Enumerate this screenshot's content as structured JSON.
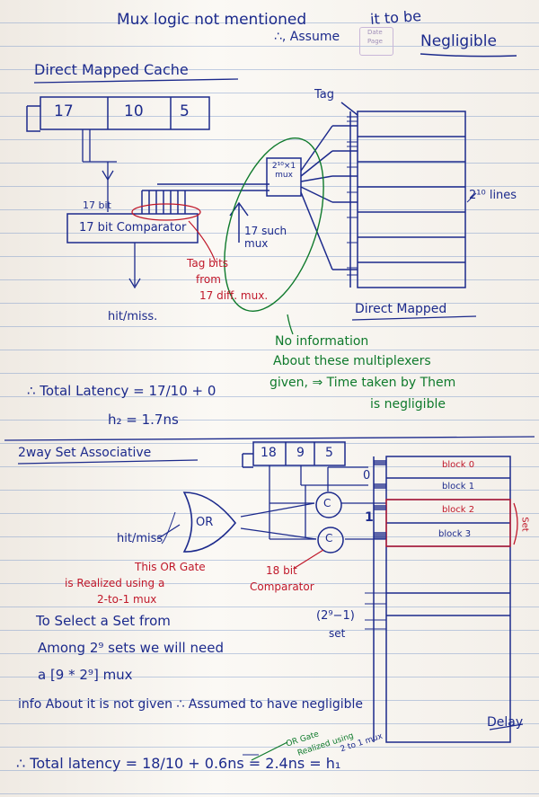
{
  "header": {
    "line1": "Mux logic not mentioned",
    "line2a": "∴, Assume",
    "line2b": "it to be",
    "line2c": "Negligible",
    "stamp_date": "Date",
    "stamp_page": "Page"
  },
  "direct_mapped": {
    "heading": "Direct Mapped Cache",
    "fields": [
      "17",
      "10",
      "5"
    ],
    "tag_label": "Tag",
    "nbit_label": "17 bit",
    "comparator_label": "17 bit Comparator",
    "mux_label": "2¹⁰×1 mux",
    "mux_count_label": "17 such mux",
    "lines_label": "2¹⁰ lines",
    "caption": "Direct Mapped",
    "hit_label": "hit/miss.",
    "tagbits_note": [
      "Tag bits",
      "from",
      "17 diff. mux."
    ],
    "no_info_note": [
      "No information",
      "About these multiplexers",
      "given, ⇒ Time taken by Them",
      "is negligible"
    ],
    "latency": "∴ Total Latency = 17/10 + 0",
    "latency_result": "h₂ = 1.7ns"
  },
  "two_way": {
    "heading": "2way Set Associative",
    "fields": [
      "18",
      "9",
      "5"
    ],
    "gate_label": "OR",
    "hit_label": "hit/miss",
    "blocks": [
      "block 0",
      "block 1",
      "block 2",
      "block 3"
    ],
    "set_label": "Set",
    "row_index_0": "0",
    "row_index_1": "1",
    "comparator_symbol": "C",
    "or_note": [
      "This OR Gate",
      "is Realized using a",
      "2-to-1 mux"
    ],
    "comparator_note": [
      "18 bit",
      "Comparator"
    ],
    "set_count": "(2⁹−1)",
    "set_count_label": "set",
    "text_lines": [
      "To Select a Set from",
      "Among 2⁹ sets we will need",
      "a  [9 * 2⁹] mux",
      "info About it is not given ∴ Assumed to have negligible",
      "Delay"
    ],
    "latency": "∴ Total latency = 18/10 + 0.6ns = 2.4ns = h₁",
    "latency_note": [
      "OR Gate",
      "Realized using",
      "2 to 1 mux"
    ]
  }
}
